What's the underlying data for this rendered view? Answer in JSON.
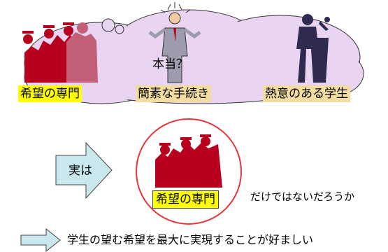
{
  "cloud": {
    "question": "本当？",
    "labels": {
      "specialty": "希望の専門",
      "procedure": "簡素な手続き",
      "students": "熱意のある学生"
    },
    "cloud_color": "#e9d5f2",
    "grad_color": "#b8001e",
    "grad_faded_color": "#c2607a"
  },
  "middle": {
    "arrow_label": "実は",
    "circle_label": "希望の専門",
    "aside": "だけではないだろうか",
    "arrow_color": "#c8e8ee",
    "circle_color": "#e8343a"
  },
  "bottom": {
    "conclusion": "学生の望む希望を最大に実現することが好ましい"
  }
}
